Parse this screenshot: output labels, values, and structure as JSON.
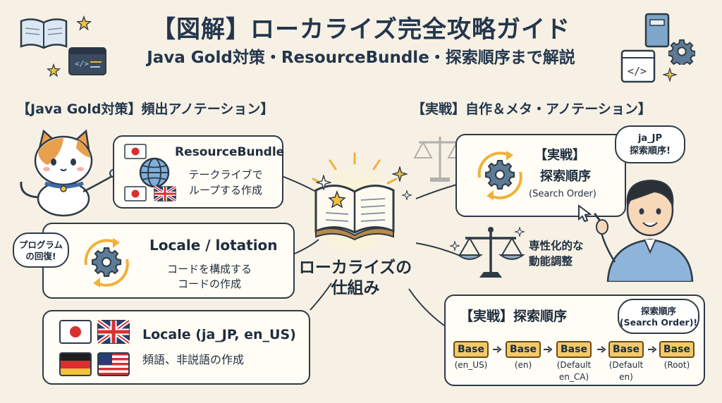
{
  "title": "【図解】ローカライズ完全攻略ガイド",
  "subtitle": "Java Gold対策・ResourceBundle・探索順序まで解説",
  "left_heading": "【Java Gold対策】頻出アノテーション】",
  "right_heading": "【実戦】自作＆メタ・アノテーション】",
  "cards_left": [
    {
      "title": "ResourceBundle",
      "desc1": "テークライブで",
      "desc2": "ループする作成"
    },
    {
      "title": "Locale / lotation",
      "desc1": "コードを構成する",
      "desc2": "コードの作成"
    },
    {
      "title": "Locale (ja_JP, en_US)",
      "desc1": "頻語、非説語の作成"
    }
  ],
  "bubble_left": {
    "line1": "プログラム",
    "line2": "の回復!"
  },
  "center": {
    "line1": "ローカライズの",
    "line2": "仕組み"
  },
  "right_top_card": {
    "title1": "【実戦】",
    "title2": "探索順序",
    "sub": "(Search Order)"
  },
  "bubble_person": {
    "line1": "ja_JP",
    "line2": "探索順序!"
  },
  "scale_text": {
    "line1": "専性化的な",
    "line2": "動能調整"
  },
  "bottom_card": {
    "title": "【実戦】探索順序",
    "bubble1": "探索順序",
    "bubble2": "(Search Order)!",
    "steps": [
      {
        "box": "Base",
        "label1": "(en_US)",
        "label2": ""
      },
      {
        "box": "Base",
        "label1": "(en)",
        "label2": ""
      },
      {
        "box": "Base",
        "label1": "(Default",
        "label2": "en_CA)"
      },
      {
        "box": "Base",
        "label1": "(Default",
        "label2": "en)"
      },
      {
        "box": "Base",
        "label1": "(Root)",
        "label2": ""
      }
    ]
  },
  "colors": {
    "background": "#f6f1e4",
    "ink": "#24364d",
    "gear": "#5d7a96",
    "arrow": "#f0b13a",
    "base_box": "#f3c96a"
  },
  "icons": [
    "open-book-icon",
    "code-window-icon",
    "gear-icon",
    "globe-icon",
    "japan-flag-icon",
    "uk-flag-icon",
    "germany-flag-icon",
    "usa-flag-icon",
    "scale-icon",
    "cursor-icon",
    "cat-illustration",
    "person-illustration",
    "sparkle-icon",
    "star-icon"
  ]
}
